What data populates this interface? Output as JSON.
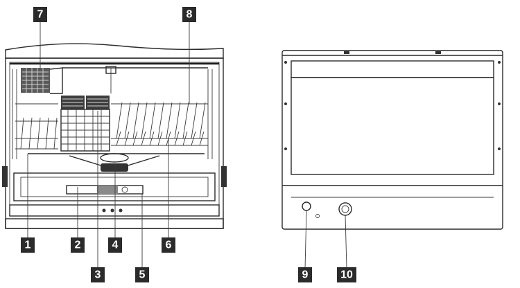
{
  "callouts": {
    "c1": "1",
    "c2": "2",
    "c3": "3",
    "c4": "4",
    "c5": "5",
    "c6": "6",
    "c7": "7",
    "c8": "8",
    "c9": "9",
    "c10": "10"
  },
  "views": {
    "front_view": "dishwasher-open-door-front",
    "closed_view": "dishwasher-closed-front"
  },
  "colors": {
    "line": "#2a2a2a",
    "callout_box": "#2b2b2b",
    "callout_text": "#ffffff",
    "background": "#ffffff"
  }
}
